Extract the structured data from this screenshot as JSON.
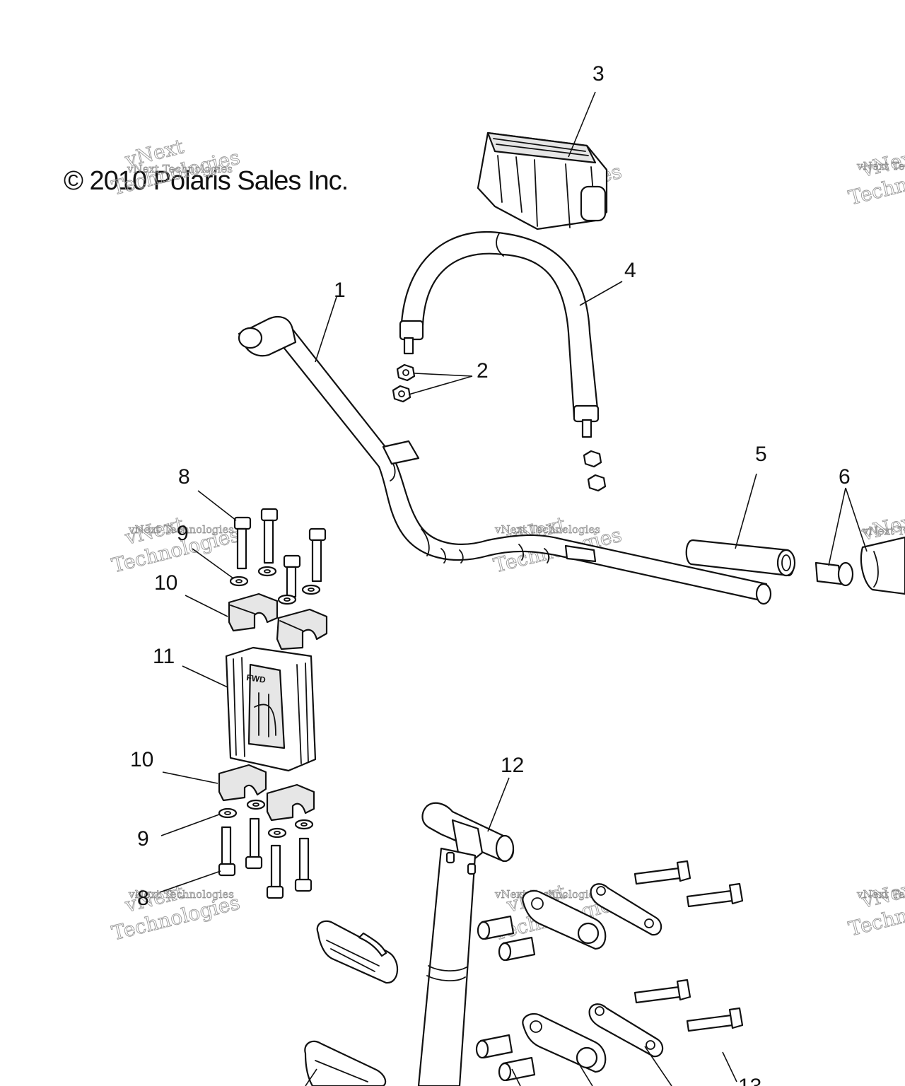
{
  "copyright": "© 2010 Polaris Sales Inc.",
  "watermark": {
    "line1": "vNext",
    "line2": "Technologies",
    "full": "vNext Technologies"
  },
  "fwd_label": "FWD",
  "callouts": {
    "c1": "1",
    "c2": "2",
    "c3": "3",
    "c4": "4",
    "c5": "5",
    "c6": "6",
    "c8a": "8",
    "c9a": "9",
    "c10a": "10",
    "c11": "11",
    "c10b": "10",
    "c9b": "9",
    "c8b": "8",
    "c12": "12",
    "c13": "13"
  }
}
